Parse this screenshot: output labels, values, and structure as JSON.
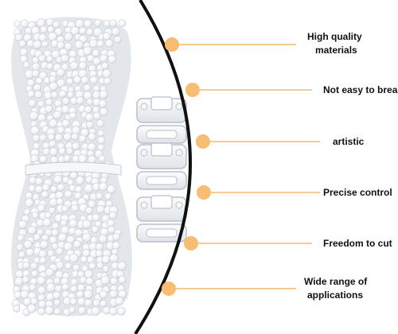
{
  "colors": {
    "background": "#ffffff",
    "arc": "#111111",
    "bullet": "#f7bd73",
    "leader_line": "#f3a64a",
    "text": "#111111",
    "beads": "#f1f3f6",
    "bead_shadow": "#c9ced6",
    "connector": "#eef0f3"
  },
  "product": {
    "chain_bundle": "white-plastic-ball-chain-icon",
    "connectors": "chain-connector-clip-icon"
  },
  "features": [
    {
      "icon": "bullet-dot-icon",
      "lines": [
        "High quality",
        "materials"
      ]
    },
    {
      "icon": "bullet-dot-icon",
      "lines": [
        "Not easy to break"
      ]
    },
    {
      "icon": "bullet-dot-icon",
      "lines": [
        "artistic"
      ]
    },
    {
      "icon": "bullet-dot-icon",
      "lines": [
        "Precise control"
      ]
    },
    {
      "icon": "bullet-dot-icon",
      "lines": [
        "Freedom to cut"
      ]
    },
    {
      "icon": "bullet-dot-icon",
      "lines": [
        "Wide range of",
        "applications"
      ]
    }
  ]
}
